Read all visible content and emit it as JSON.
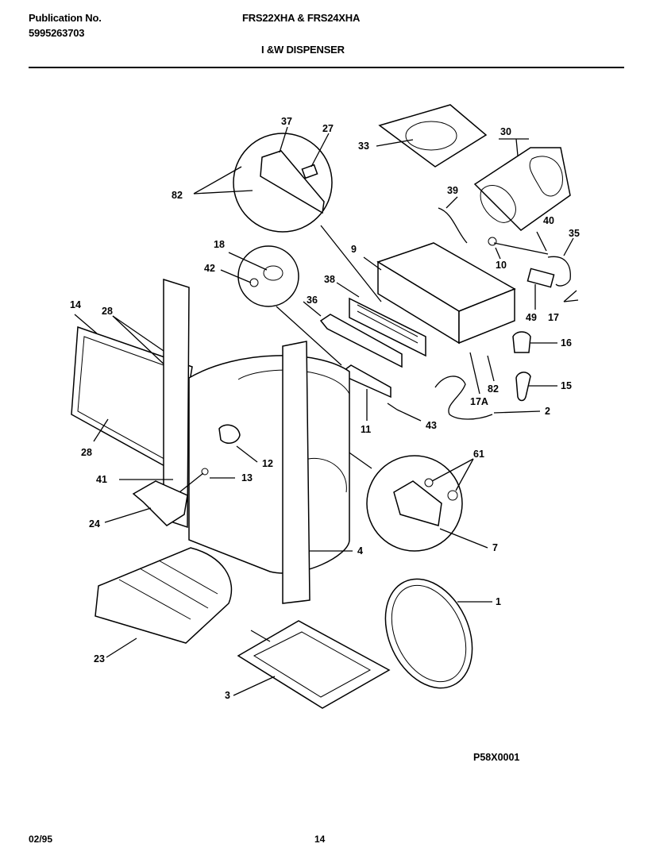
{
  "header": {
    "publication_label": "Publication No.",
    "publication_number": "5995263703",
    "models": "FRS22XHA & FRS24XHA",
    "section_title": "I &W DISPENSER"
  },
  "diagram": {
    "callouts": {
      "c1": "1",
      "c2": "2",
      "c3": "3",
      "c4": "4",
      "c7": "7",
      "c9": "9",
      "c10": "10",
      "c11": "11",
      "c12": "12",
      "c13": "13",
      "c14": "14",
      "c15": "15",
      "c16": "16",
      "c17": "17",
      "c17a": "17A",
      "c18": "18",
      "c23": "23",
      "c24": "24",
      "c27": "27",
      "c28": "28",
      "c28b": "28",
      "c30": "30",
      "c33": "33",
      "c35": "35",
      "c36": "36",
      "c37": "37",
      "c38": "38",
      "c39": "39",
      "c40": "40",
      "c41": "41",
      "c42": "42",
      "c43": "43",
      "c49": "49",
      "c61": "61",
      "c82a": "82",
      "c82b": "82"
    }
  },
  "footer": {
    "drawing_code": "P58X0001",
    "date": "02/95",
    "page_number": "14"
  }
}
